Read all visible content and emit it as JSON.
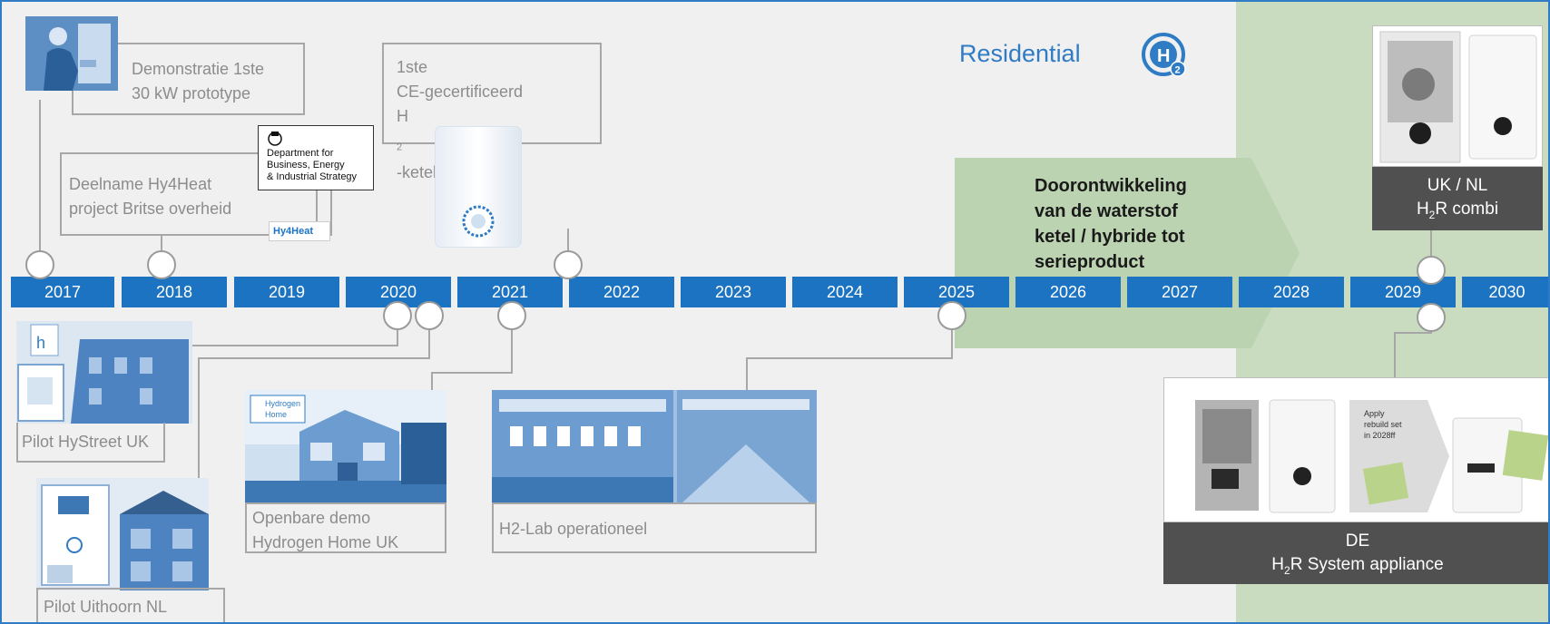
{
  "header": {
    "title": "Residential",
    "logo_text": "H",
    "logo_sub": "2"
  },
  "timeline": {
    "years": [
      "2017",
      "2018",
      "2019",
      "2020",
      "2021",
      "2022",
      "2023",
      "2024",
      "2025",
      "2026",
      "2027",
      "2028",
      "2029",
      "2030"
    ]
  },
  "milestones": {
    "demo_prototype": {
      "line1": "Demonstratie 1ste",
      "line2": "30 kW prototype"
    },
    "hy4heat": {
      "line1": "Deelname Hy4Heat",
      "line2": "project Britse overheid"
    },
    "ce_boiler": {
      "line1": "1ste",
      "line2": "CE-gecertificeerd",
      "line3": "H",
      "line3_sub": "2",
      "line3_rest": "-ketel"
    },
    "hystreet": {
      "label": "Pilot HyStreet UK"
    },
    "uithoorn": {
      "label": "Pilot Uithoorn NL"
    },
    "hydrogen_home": {
      "line1": "Openbare demo",
      "line2": "Hydrogen Home UK"
    },
    "h2_lab": {
      "label": "H2-Lab operationeel"
    }
  },
  "logos": {
    "beis": {
      "line1": "Department for",
      "line2": "Business, Energy",
      "line3": "& Industrial Strategy"
    },
    "hy4heat": "Hy4Heat",
    "hydrogen_home": {
      "line1": "Hydrogen",
      "line2": "Home"
    }
  },
  "development": {
    "line1": "Doorontwikkeling",
    "line2": "van de waterstof",
    "line3": "ketel / hybride tot",
    "line4": "serieproduct"
  },
  "products": {
    "uk_nl": {
      "line1": "UK / NL",
      "line2_pre": "H",
      "line2_sub": "2",
      "line2_rest": "R combi"
    },
    "de": {
      "line1": "DE",
      "line2_pre": "H",
      "line2_sub": "2",
      "line2_rest": "R System appliance",
      "sticker1": "Apply",
      "sticker2": "rebuild set",
      "sticker3": "in 2028ff"
    }
  },
  "colors": {
    "timeline": "#1c73c1",
    "accent": "#2f7cc4",
    "green_zone": "#c9dcc0",
    "arrow": "#bcd3b2",
    "label_dark": "#505050"
  }
}
